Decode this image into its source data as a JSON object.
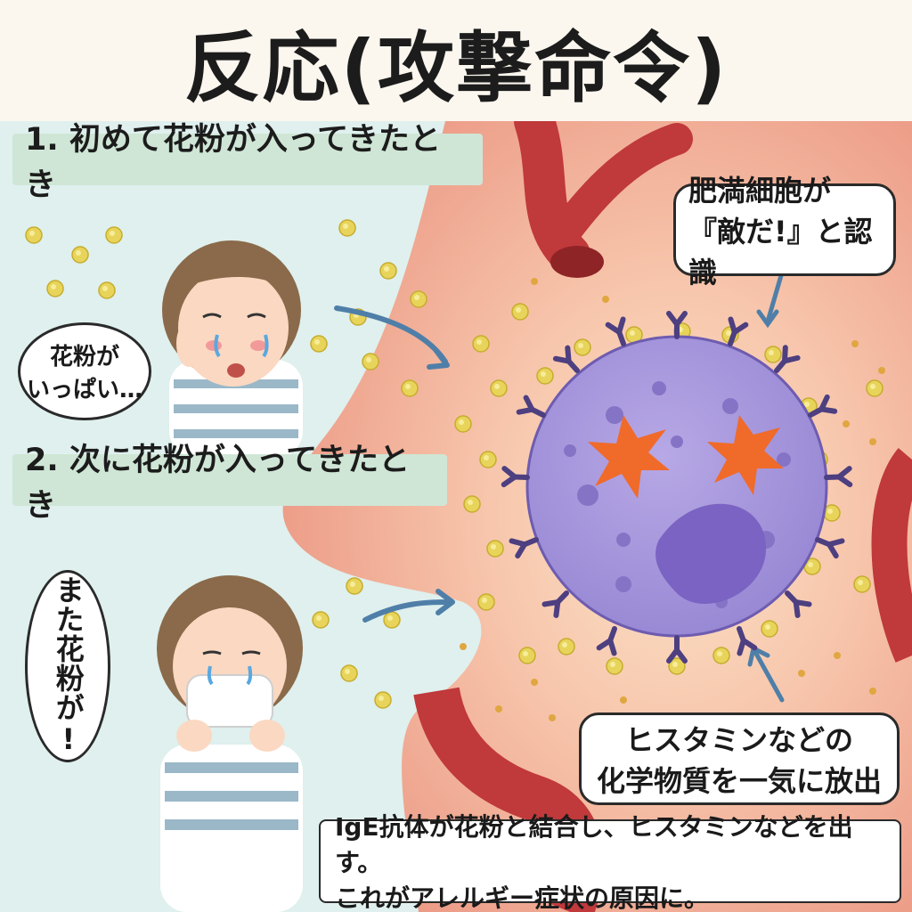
{
  "title": "反応(攻撃命令)",
  "step1": {
    "label": "1. 初めて花粉が入ってきたとき"
  },
  "step2": {
    "label": "2. 次に花粉が入ってきたとき"
  },
  "bubble1": {
    "line1": "花粉が",
    "line2": "いっぱい…"
  },
  "bubble2": {
    "text": "また花粉が!"
  },
  "callout_mast_cell": {
    "line1": "肥満細胞が",
    "line2": "『敵だ!』と認識"
  },
  "callout_histamine": {
    "line1": "ヒスタミンなどの",
    "line2": "化学物質を一気に放出"
  },
  "footer_note": {
    "line1": "IgE抗体が花粉と結合し、ヒスタミンなどを出す。",
    "line2": "これがアレルギー症状の原因に。"
  },
  "colors": {
    "background": "#fbf4ea",
    "banner": "#cfe6d6",
    "panel_left": "#dff0ee",
    "nose_tissue": "#f3b3a0",
    "blood_vessel": "#c0393b",
    "mast_cell": "#a897dc",
    "nucleus": "#7a63c2",
    "antibody": "#5b4b8a",
    "pollen": "#e8d45a",
    "burst": "#f06a2a",
    "arrow": "#4f7fa8"
  },
  "icons": [
    "pollen-grain-icon",
    "antibody-y-icon",
    "arrow-icon",
    "tear-icon",
    "mask-icon"
  ]
}
